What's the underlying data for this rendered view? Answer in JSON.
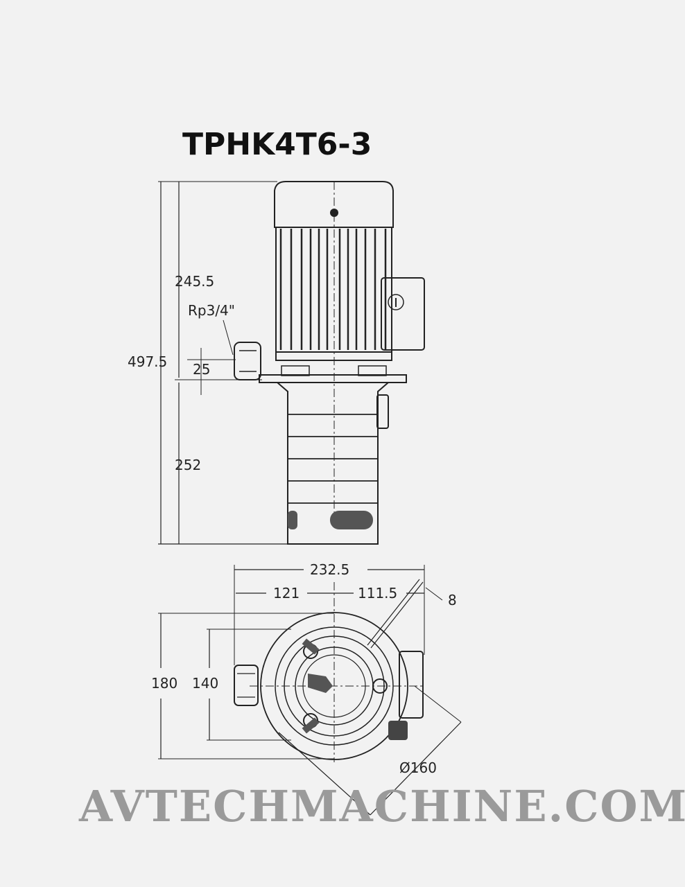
{
  "title": "TPHK4T6-3",
  "side_view": {
    "dim_overall": "497.5",
    "dim_upper": "245.5",
    "dim_lower": "252",
    "dim_outlet_offset": "25",
    "outlet_thread": "Rp3/4\""
  },
  "top_view": {
    "dim_total_width": "232.5",
    "dim_left_width": "121",
    "dim_right_width": "111.5",
    "dim_hole": "8",
    "dim_outer_height": "180",
    "dim_inner_height": "140",
    "dim_pcd": "Ø160"
  },
  "watermark": "AVTECHMACHINE.COM"
}
